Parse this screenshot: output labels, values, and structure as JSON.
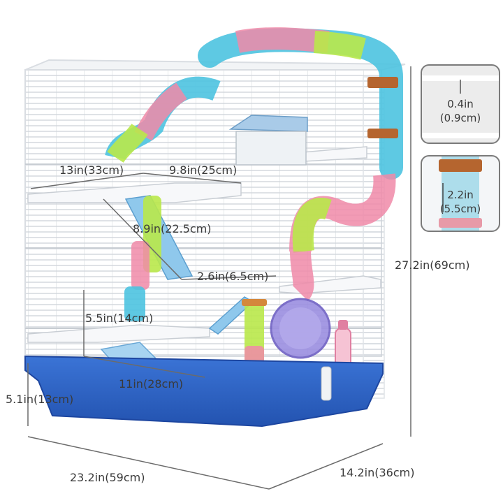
{
  "dimensions": {
    "top_depth": "13in(33cm)",
    "top_width": "9.8in(25cm)",
    "ramp_length": "8.9in(22.5cm)",
    "ramp_width": "2.6in(6.5cm)",
    "level_height": "5.5in(14cm)",
    "base_inner_width": "11in(28cm)",
    "base_height": "5.1in(13cm)",
    "total_width": "23.2in(59cm)",
    "total_depth": "14.2in(36cm)",
    "total_height": "27.2in(69cm)",
    "bar_spacing_in": "0.4in",
    "bar_spacing_cm": "(0.9cm)",
    "tube_diameter_in": "2.2in",
    "tube_diameter_cm": "(5.5cm)"
  },
  "colors": {
    "base_blue": "#2f63c4",
    "wire_white": "#ffffff",
    "tube_blue": "#4cc3e0",
    "tube_pink": "#f08aa8",
    "tube_green": "#b9e84a",
    "tube_brown": "#b5652f",
    "wheel_purple": "#9b8ee0",
    "house_blue": "#a9cbe8"
  }
}
